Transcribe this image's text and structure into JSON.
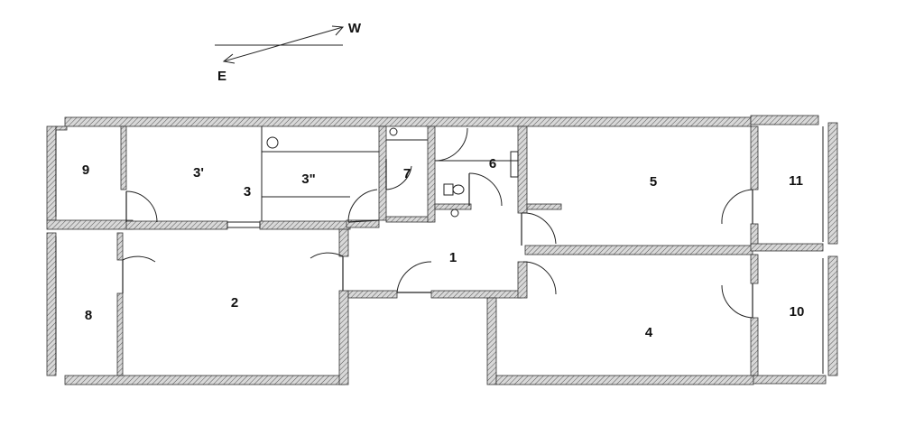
{
  "compass": {
    "west": "W",
    "east": "E"
  },
  "rooms": [
    {
      "id": "9",
      "label": "9"
    },
    {
      "id": "3a",
      "label": "3'"
    },
    {
      "id": "3",
      "label": "3"
    },
    {
      "id": "3b",
      "label": "3\""
    },
    {
      "id": "7",
      "label": "7"
    },
    {
      "id": "6",
      "label": "6"
    },
    {
      "id": "5",
      "label": "5"
    },
    {
      "id": "11",
      "label": "11"
    },
    {
      "id": "1",
      "label": "1"
    },
    {
      "id": "2",
      "label": "2"
    },
    {
      "id": "8",
      "label": "8"
    },
    {
      "id": "4",
      "label": "4"
    },
    {
      "id": "10",
      "label": "10"
    }
  ]
}
